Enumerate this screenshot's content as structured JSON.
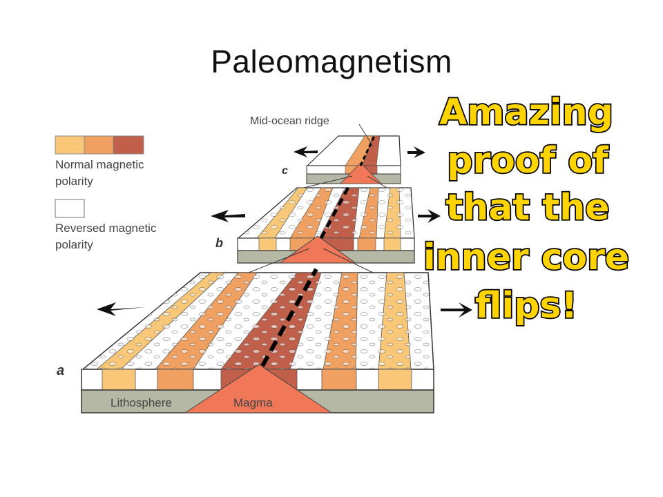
{
  "slide": {
    "title": "Paleomagnetism"
  },
  "diagram": {
    "ridge_label": "Mid-ocean ridge",
    "legend": {
      "normal_line1": "Normal  magnetic",
      "normal_line2": "polarity",
      "reversed_line1": "Reversed  magnetic",
      "reversed_line2": "polarity"
    },
    "stage_labels": {
      "a": "a",
      "b": "b",
      "c": "c"
    },
    "lithosphere_label": "Lithosphere",
    "magma_label": "Magma",
    "colors": {
      "normal_light": "#f8c878",
      "normal_mid": "#f0a060",
      "normal_dark": "#c0604a",
      "reversed": "#ffffff",
      "lithosphere": "#b4b8a4",
      "magma": "#f07858"
    }
  },
  "callout": {
    "lines": [
      "Amazing",
      "proof  of",
      "that  the",
      "inner  core",
      "flips!"
    ]
  }
}
